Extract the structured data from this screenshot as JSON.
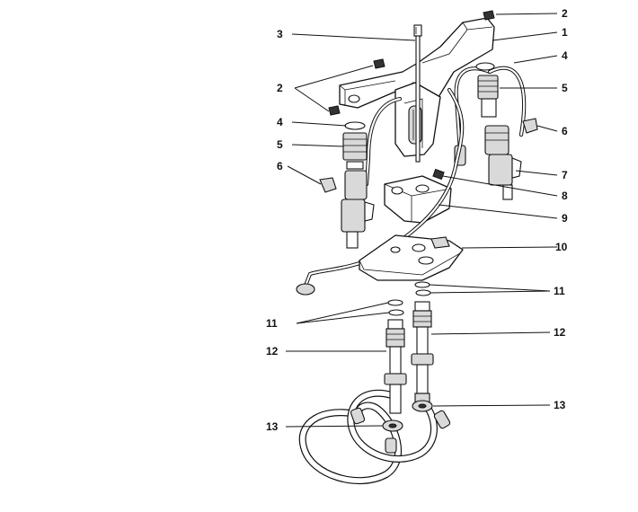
{
  "diagram": {
    "callouts": [
      {
        "id": "c2-top",
        "label": "2"
      },
      {
        "id": "c1",
        "label": "1"
      },
      {
        "id": "c3",
        "label": "3"
      },
      {
        "id": "c4-right",
        "label": "4"
      },
      {
        "id": "c2-left",
        "label": "2"
      },
      {
        "id": "c5-right",
        "label": "5"
      },
      {
        "id": "c4-left",
        "label": "4"
      },
      {
        "id": "c6-right",
        "label": "6"
      },
      {
        "id": "c5-left",
        "label": "5"
      },
      {
        "id": "c6-left",
        "label": "6"
      },
      {
        "id": "c7",
        "label": "7"
      },
      {
        "id": "c8",
        "label": "8"
      },
      {
        "id": "c9",
        "label": "9"
      },
      {
        "id": "c10",
        "label": "10"
      },
      {
        "id": "c11-right",
        "label": "11"
      },
      {
        "id": "c11-left",
        "label": "11"
      },
      {
        "id": "c12-right",
        "label": "12"
      },
      {
        "id": "c12-left",
        "label": "12"
      },
      {
        "id": "c13-right",
        "label": "13"
      },
      {
        "id": "c13-left",
        "label": "13"
      }
    ]
  }
}
